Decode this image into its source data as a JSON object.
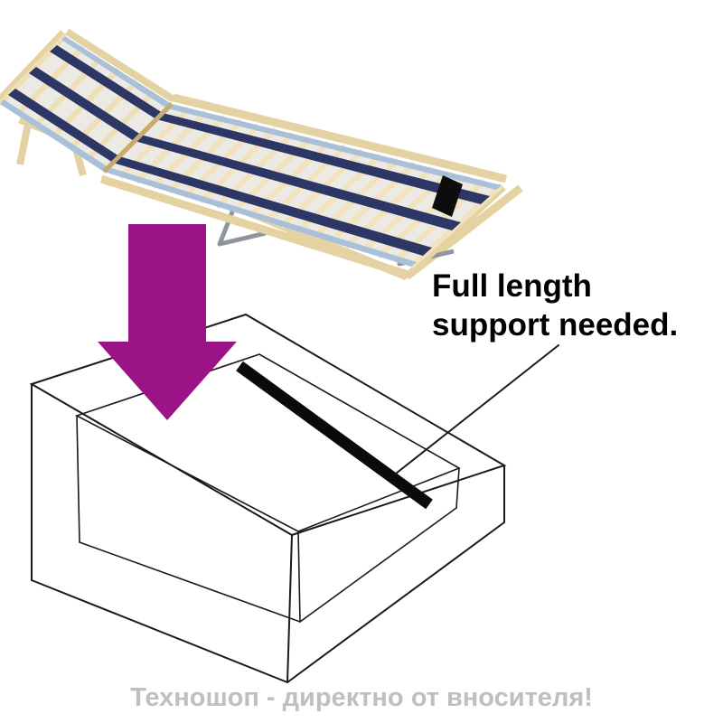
{
  "annotation": {
    "line1": "Full length",
    "line2": "support needed."
  },
  "footer": {
    "text": "Техношоп - директно от вносителя!"
  },
  "colors": {
    "arrow": "#9c1387",
    "navy_band": "#2c3766",
    "slat_holder": "#a9c0d8",
    "support_beam": "#0a0a0a",
    "outline": "#1a1a1a",
    "wood": "#e5d2a2",
    "footer_text": "#bfbfbf",
    "annotation_text": "#000000"
  }
}
